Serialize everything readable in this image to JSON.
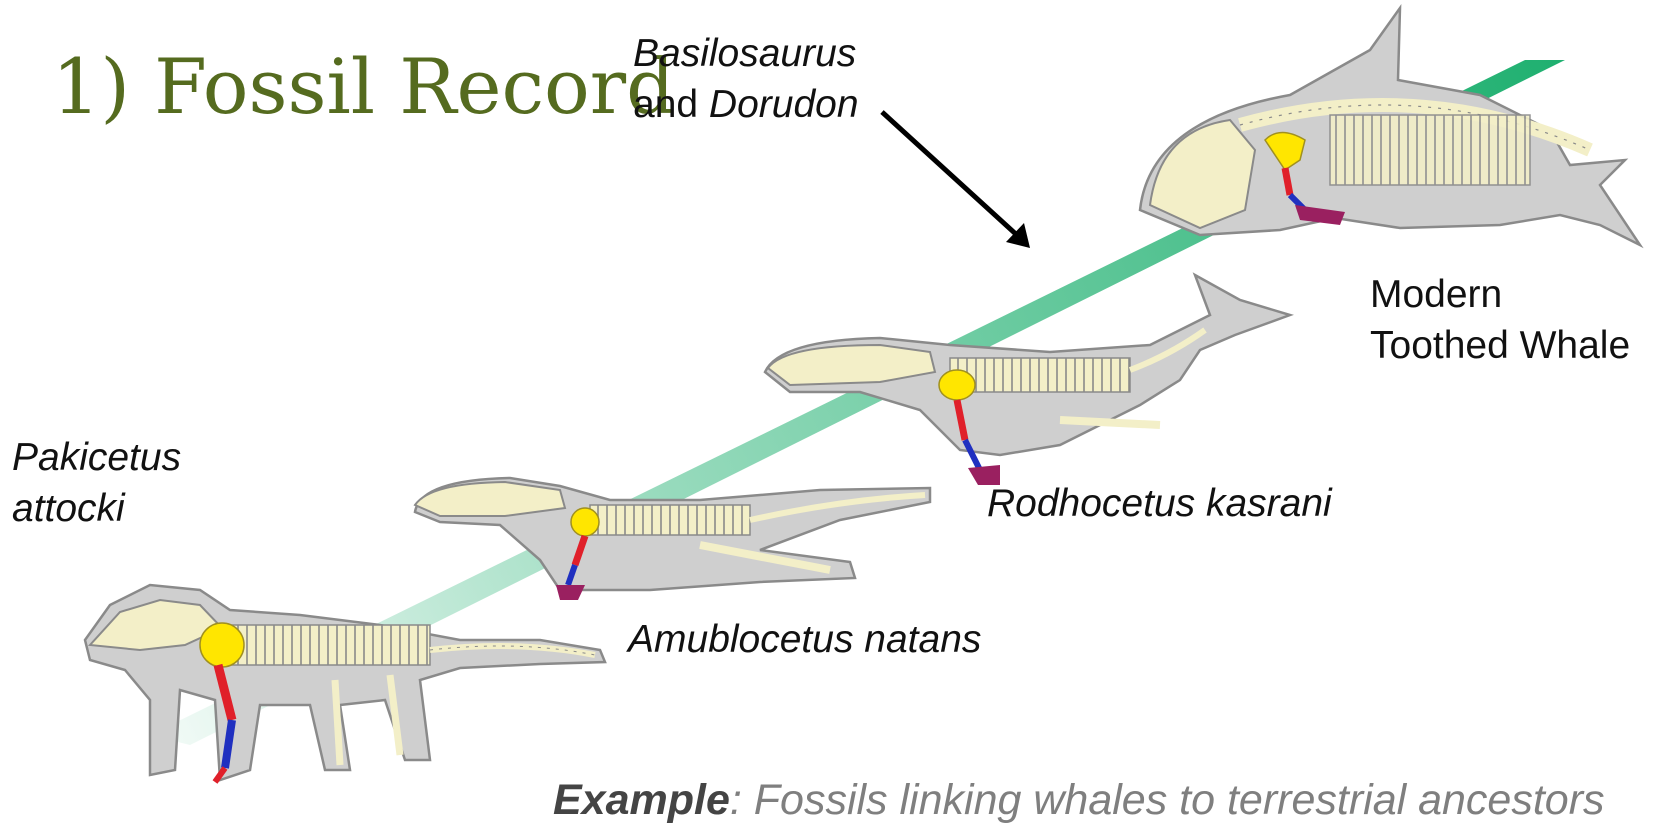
{
  "title": "1) Fossil Record",
  "labels": {
    "basilosaurus_line1": "Basilosaurus",
    "basilosaurus_and": "and ",
    "basilosaurus_dorudon": "Dorudon",
    "modern_line1": "Modern",
    "modern_line2": "Toothed Whale",
    "pakicetus_line1": "Pakicetus",
    "pakicetus_line2": "attocki",
    "rodhocetus": "Rodhocetus kasrani",
    "ambulocetus": "Amublocetus natans"
  },
  "caption": {
    "bold": "Example",
    "rest": ": Fossils linking whales to terrestrial ancestors"
  },
  "colors": {
    "title": "#556b1f",
    "band": "#1fb070",
    "body": "#cfcfcf",
    "outline": "#8a8a8a",
    "skeleton": "#f3efc8",
    "shoulder": "#ffe600",
    "upper_limb": "#e0202a",
    "lower_limb": "#2030c0",
    "hand": "#9a2060"
  }
}
